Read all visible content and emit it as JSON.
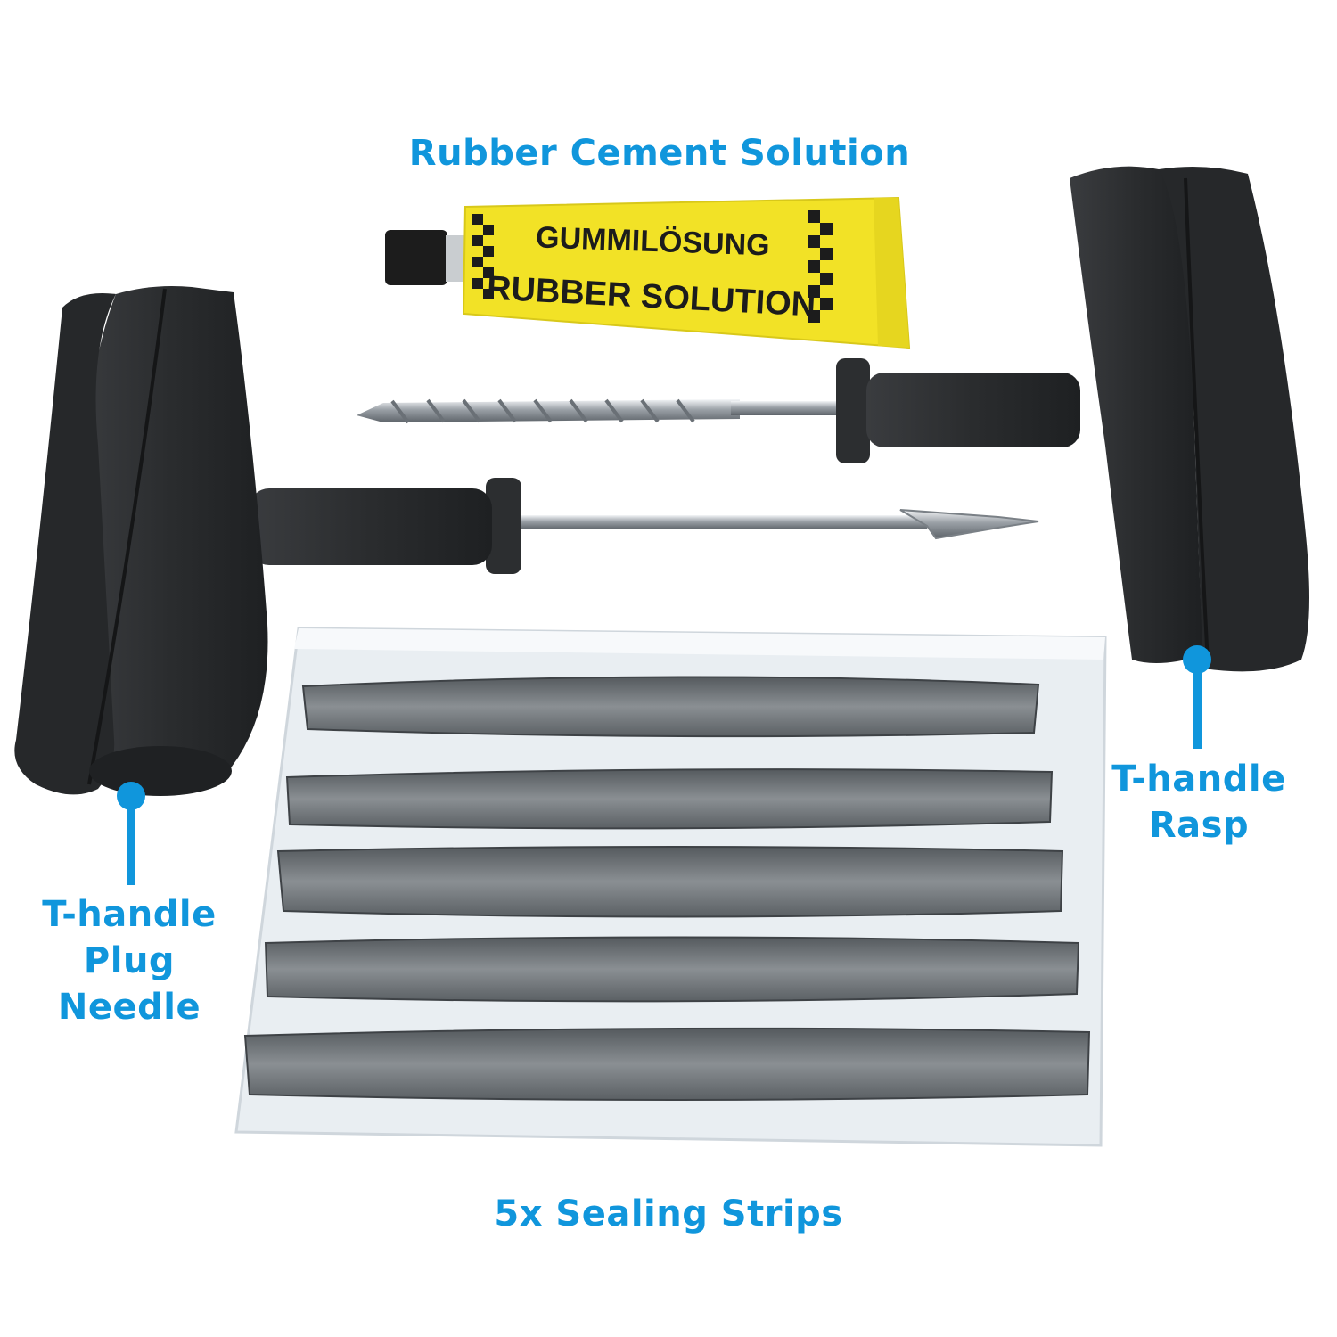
{
  "labels": {
    "cement": "Rubber Cement Solution",
    "strips": "5x Sealing Strips",
    "rasp_line1": "T-handle",
    "rasp_line2": "Rasp",
    "needle_line1": "T-handle",
    "needle_line2": "Plug",
    "needle_line3": "Needle"
  },
  "tube": {
    "line1": "GUMMILÖSUNG",
    "line2": "RUBBER SOLUTION"
  },
  "colors": {
    "label_blue": "#1096dc",
    "tube_yellow": "#f2e226",
    "handle_black": "#2b2d2f",
    "strip_grey": "#6d7276"
  }
}
